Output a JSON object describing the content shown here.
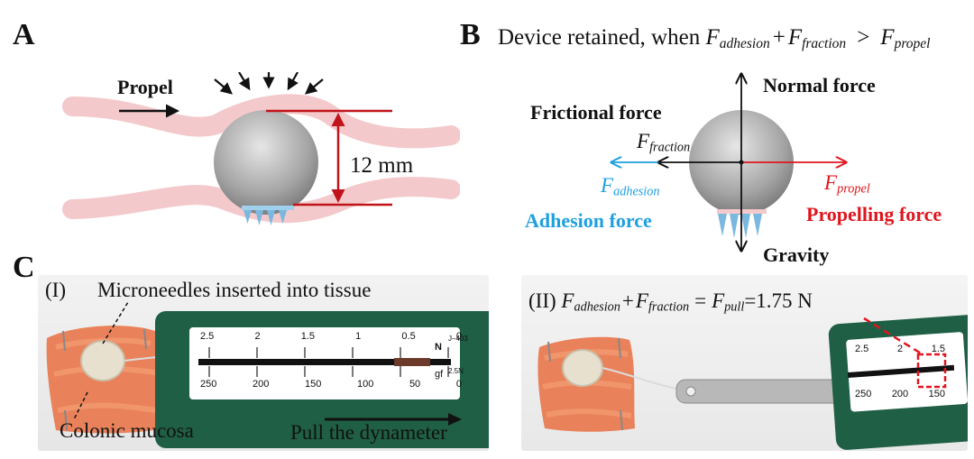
{
  "panels": {
    "a": {
      "letter": "A",
      "propel_label": "Propel",
      "size_label": "12 mm"
    },
    "b": {
      "letter": "B",
      "title_prefix": "Device retained, when ",
      "f_adhesion_symbol": "F",
      "f_adhesion_sub": "adhesion",
      "plus": "+",
      "f_fraction_symbol": "F",
      "f_fraction_sub": "fraction",
      "gt": ">",
      "f_propel_symbol": "F",
      "f_propel_sub": "propel",
      "normal_force": "Normal force",
      "frictional_force": "Frictional force",
      "gravity": "Gravity",
      "adhesion_force": "Adhesion force",
      "propelling_force": "Propelling force"
    },
    "c": {
      "letter": "C",
      "left_tag": "(I)",
      "microneedles_label": "Microneedles inserted into tissue",
      "colonic_label": "Colonic mucosa",
      "pull_label": "Pull the dynameter",
      "right_tag": "(II)",
      "eq_f1": "F",
      "eq_f1_sub": "adhesion",
      "eq_plus": "+",
      "eq_f2": "F",
      "eq_f2_sub": "fraction",
      "eq_equals": "=",
      "eq_f3": "F",
      "eq_f3_sub": "pull",
      "eq_value": "=1.75 N",
      "scale_unit_n": "N",
      "scale_unit_gf": "gf",
      "scale_model": "J–403",
      "scale_range": "2.5N",
      "scale_top_ticks": [
        "2.5",
        "2",
        "1.5",
        "1",
        "0.5",
        "0"
      ],
      "scale_bottom_ticks": [
        "250",
        "200",
        "150",
        "100",
        "50",
        "0"
      ],
      "scale2_top_ticks": [
        "2.5",
        "2",
        "1.5"
      ],
      "scale2_bottom_ticks": [
        "250",
        "200",
        "150"
      ]
    }
  },
  "colors": {
    "tissue": "#f4c9cb",
    "sphere": "#9a9a9a",
    "needle_blue": "#7ab8e0",
    "adhesion_blue": "#1ea0e0",
    "red": "#c0141a",
    "propel_red": "#e0161e",
    "dyn_green": "#1f5f45"
  }
}
